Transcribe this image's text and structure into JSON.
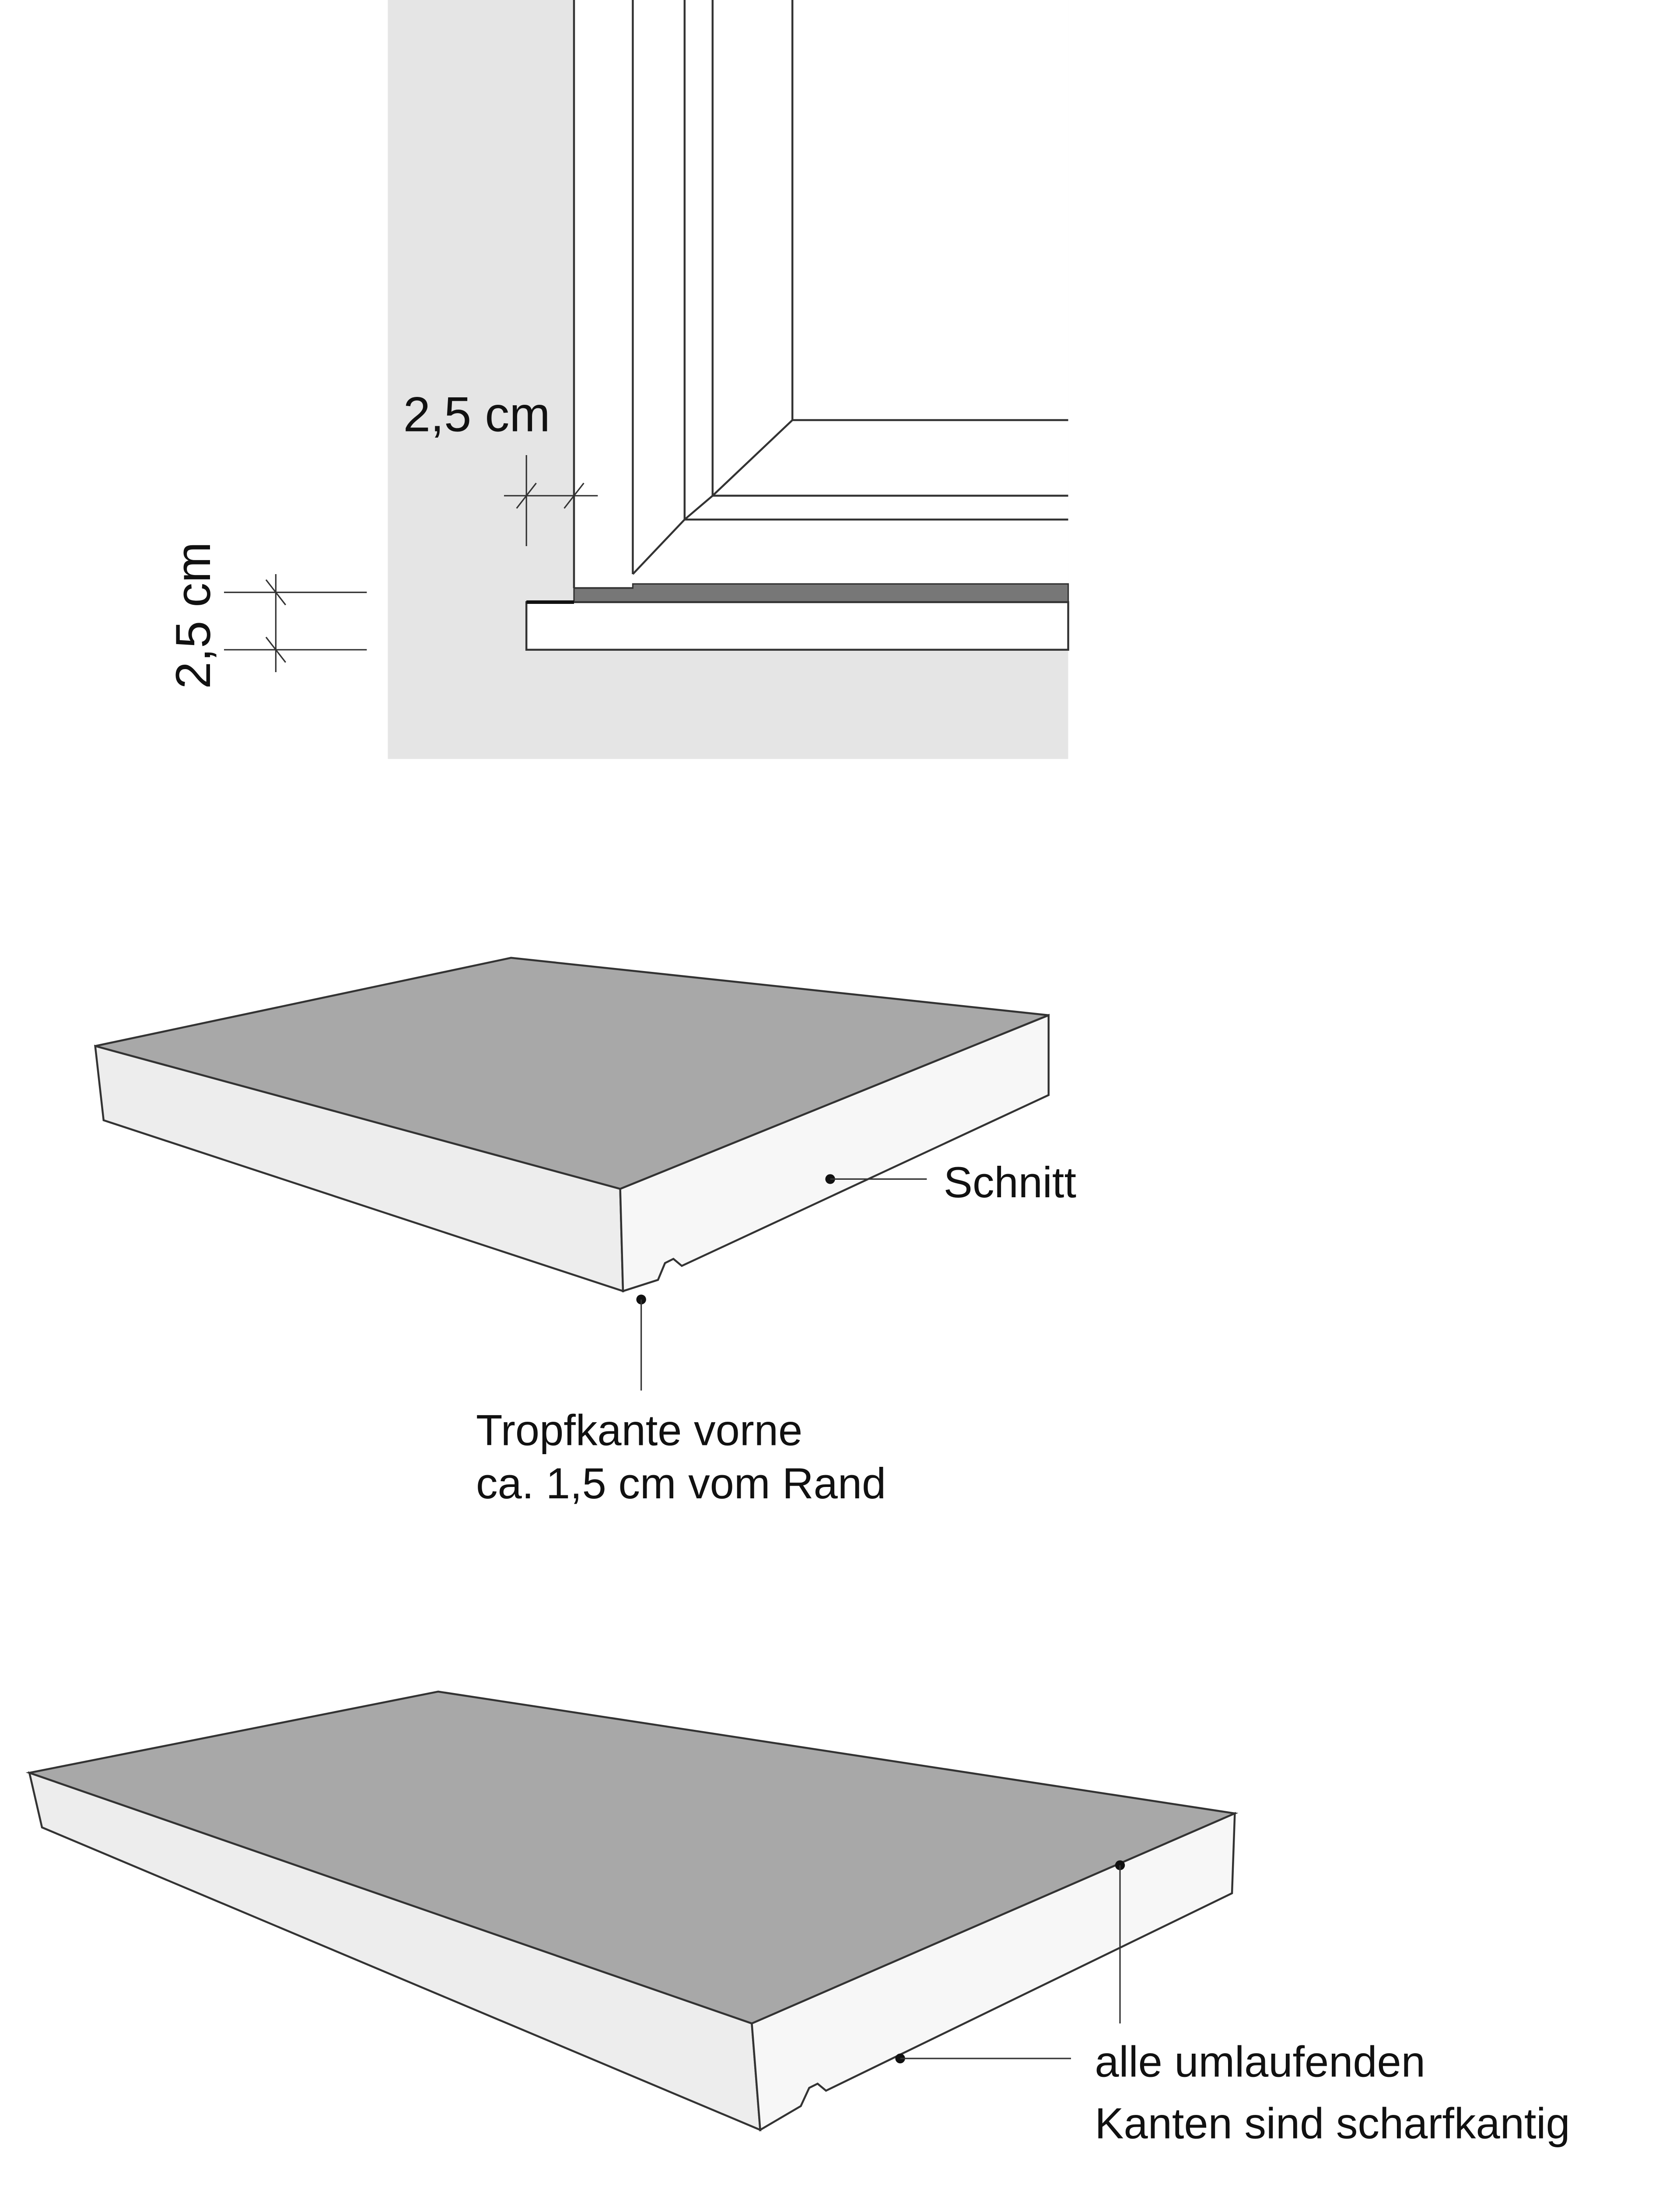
{
  "colors": {
    "wall": "#e5e5e5",
    "window_sill_stripe": "#777777",
    "slab_top": "#a8a8a8",
    "slab_side": "#ededed",
    "slab_front": "#f7f7f7",
    "line": "#333333"
  },
  "section": {
    "dim_horizontal_label": "2,5 cm",
    "dim_vertical_label": "2,5 cm"
  },
  "slab1": {
    "label_cut": "Schnitt",
    "label_drip_line1": "Tropfkante vorne",
    "label_drip_line2": "ca. 1,5 cm vom Rand"
  },
  "slab2": {
    "label_edges_line1": "alle umlaufenden",
    "label_edges_line2": "Kanten sind scharfkantig"
  }
}
